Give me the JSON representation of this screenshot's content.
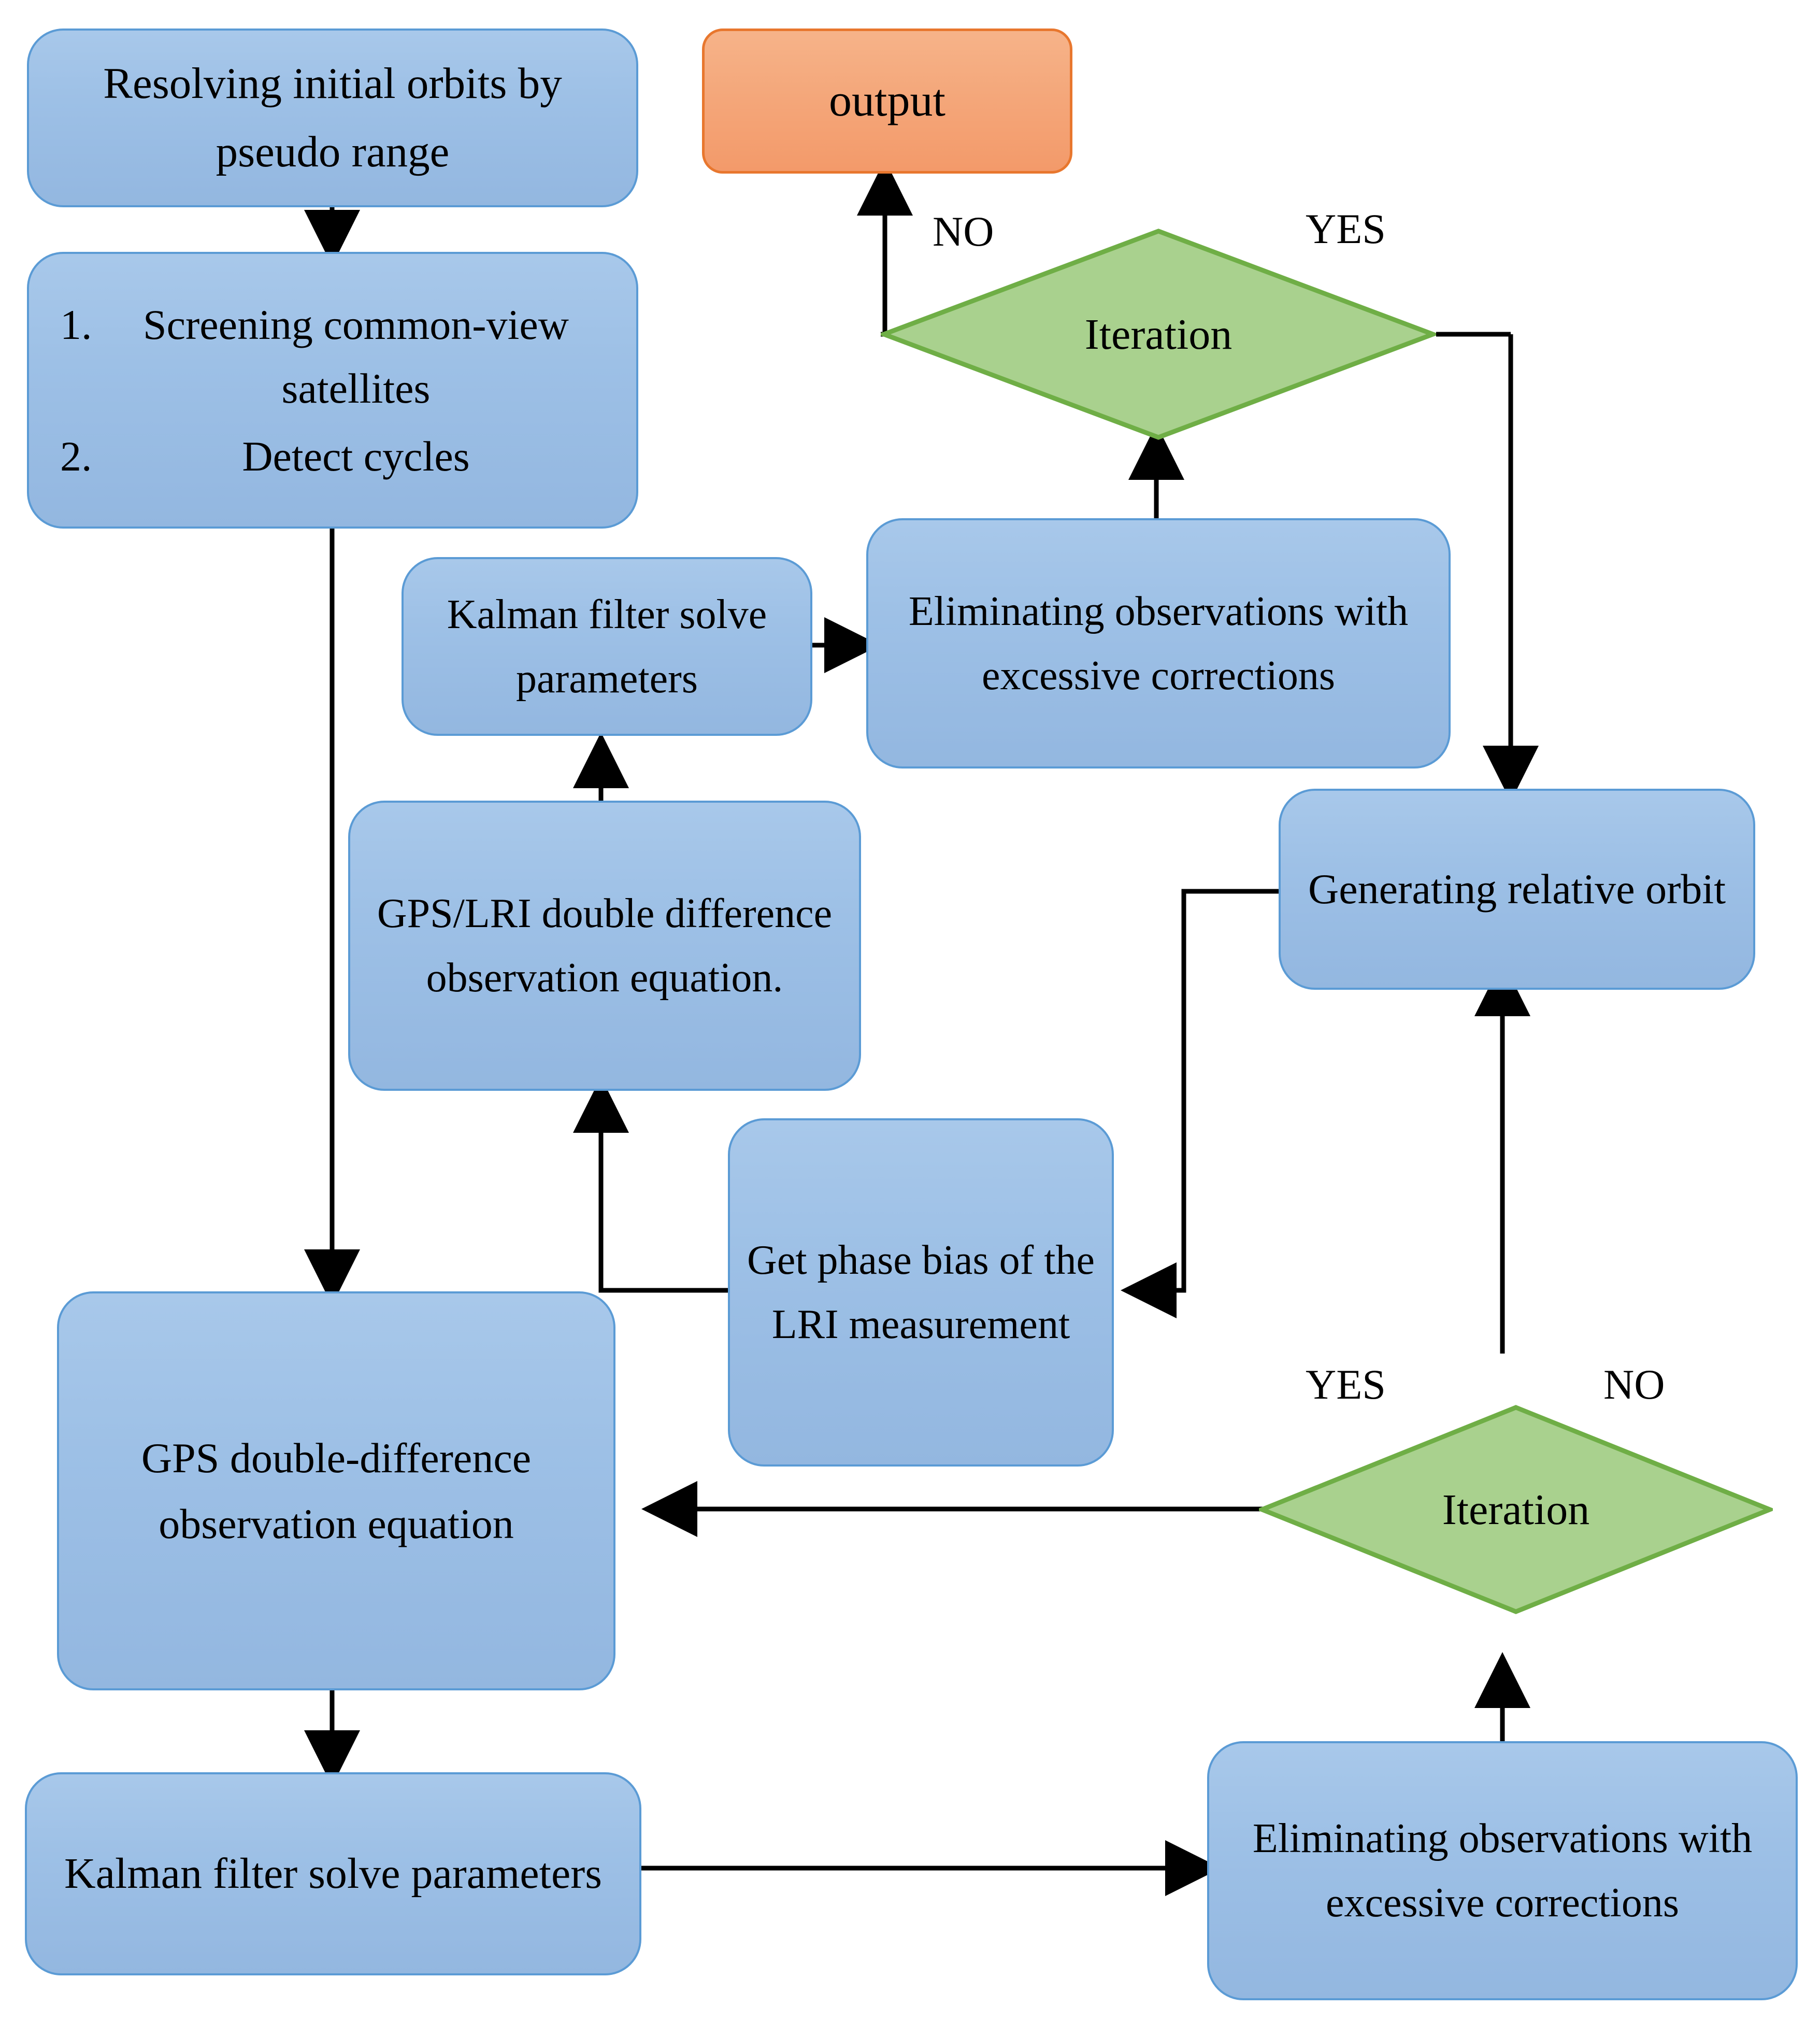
{
  "diagram": {
    "title_text": "",
    "colors": {
      "process_fill": "#9dc0e6",
      "process_border": "#5b9bd5",
      "terminator_fill": "#f4a679",
      "terminator_border": "#e8772e",
      "decision_fill": "#a9d18e",
      "decision_border": "#6fae46",
      "edge": "#000000",
      "text": "#000000",
      "background": "#ffffff"
    },
    "nodes": {
      "resolve_initial_orbits": {
        "label": "Resolving initial orbits by pseudo range",
        "shape": "process"
      },
      "screening": {
        "shape": "process",
        "items": [
          {
            "number": "1.",
            "text": "Screening common-view satellites"
          },
          {
            "number": "2.",
            "text": "Detect cycles"
          }
        ]
      },
      "output": {
        "label": "output",
        "shape": "terminator"
      },
      "iteration_top": {
        "label": "Iteration",
        "shape": "decision"
      },
      "iteration_bottom": {
        "label": "Iteration",
        "shape": "decision"
      },
      "kalman_top": {
        "label": "Kalman filter solve parameters",
        "shape": "process"
      },
      "eliminating_top": {
        "label": "Eliminating observations with excessive corrections",
        "shape": "process"
      },
      "gps_lri_dd": {
        "label": "GPS/LRI double difference observation equation.",
        "shape": "process"
      },
      "generating_relative_orbit": {
        "label": "Generating relative orbit",
        "shape": "process"
      },
      "get_phase_bias": {
        "label": "Get phase bias of the LRI measurement",
        "shape": "process"
      },
      "gps_dd": {
        "label": "GPS double-difference observation equation",
        "shape": "process"
      },
      "kalman_bottom": {
        "label": "Kalman filter solve parameters",
        "shape": "process"
      },
      "eliminating_bottom": {
        "label": "Eliminating observations with excessive corrections",
        "shape": "process"
      }
    },
    "edge_labels": {
      "top_no": "NO",
      "top_yes": "YES",
      "bottom_yes": "YES",
      "bottom_no": "NO"
    }
  }
}
